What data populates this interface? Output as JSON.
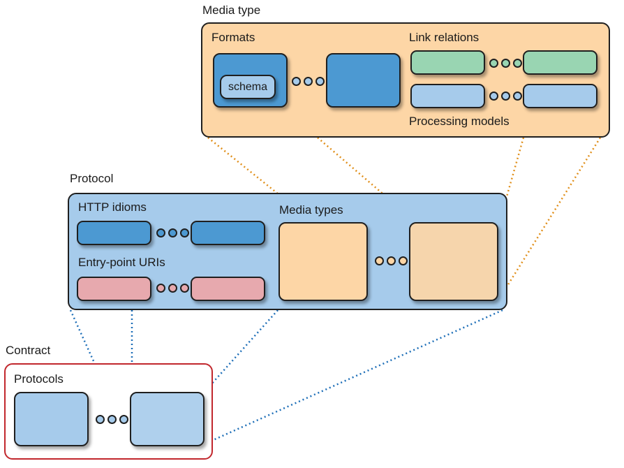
{
  "colors": {
    "media_type_bg": "#fdd6a6",
    "protocol_bg": "#a6cbeb",
    "format_blue": "#4c99d2",
    "link_green": "#99d5b2",
    "processing_blue": "#a6cbeb",
    "http_blue": "#4c99d2",
    "entry_pink": "#e7a9ae",
    "media_box": "#fdd6a6",
    "contract_border": "#c1272d",
    "orange_dots": "#e08f1a",
    "blue_dots": "#1e6fb8"
  },
  "media_type": {
    "title": "Media type",
    "formats_label": "Formats",
    "schema_label": "schema",
    "link_relations_label": "Link relations",
    "processing_models_label": "Processing models"
  },
  "protocol": {
    "title": "Protocol",
    "http_idioms_label": "HTTP idioms",
    "entry_point_label": "Entry-point URIs",
    "media_types_label": "Media types"
  },
  "contract": {
    "title": "Contract",
    "protocols_label": "Protocols"
  }
}
